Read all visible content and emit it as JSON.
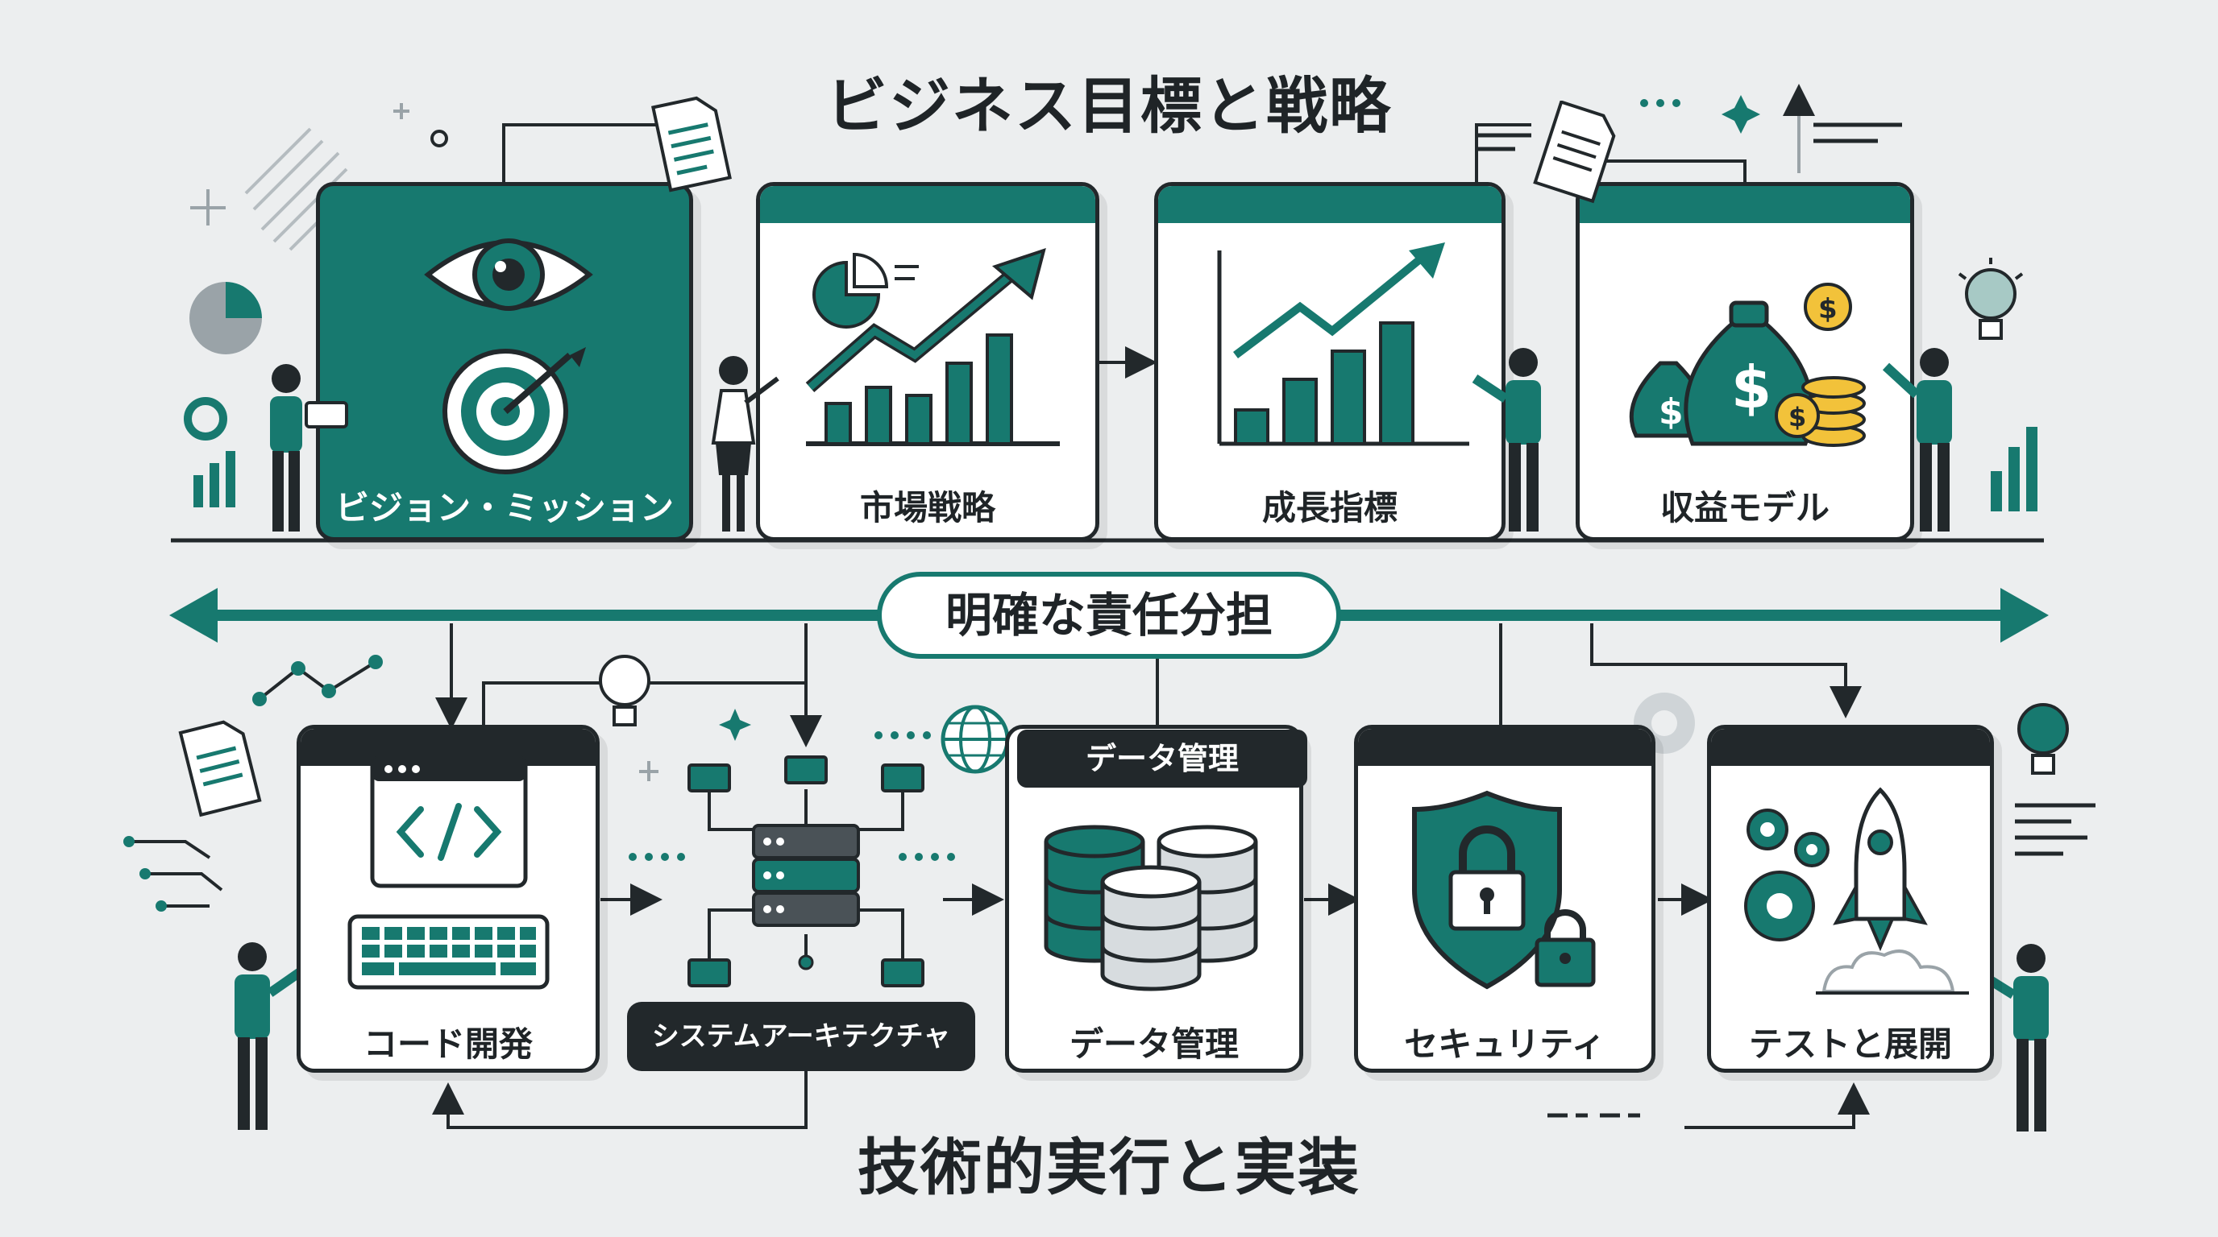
{
  "titles": {
    "top": "ビジネス目標と戦略",
    "middle": "明確な責任分担",
    "bottom": "技術的実行と実装"
  },
  "business_cards": [
    {
      "label": "ビジョン・ミッション"
    },
    {
      "label": "市場戦略"
    },
    {
      "label": "成長指標"
    },
    {
      "label": "収益モデル"
    }
  ],
  "tech_cards": [
    {
      "label": "コード開発"
    },
    {
      "label": "システムアーキテクチャ"
    },
    {
      "label": "データ管理"
    },
    {
      "label": "データ管理"
    },
    {
      "label": "セキュリティ"
    },
    {
      "label": "テストと展開"
    }
  ],
  "icons": {
    "vision": "eye-icon",
    "target": "target-icon",
    "market": "rising-chart-icon",
    "growth": "bar-chart-icon",
    "revenue": "money-bag-icon",
    "code": "code-window-icon",
    "keyboard": "keyboard-icon",
    "server": "server-network-icon",
    "database": "database-icon",
    "security": "shield-lock-icon",
    "deploy": "rocket-icon",
    "gear": "gear-icon",
    "lightbulb": "lightbulb-icon",
    "document": "document-icon",
    "globe": "globe-icon"
  },
  "colors": {
    "teal": "#17796f",
    "dark": "#22282b",
    "gold": "#f2c23a",
    "background": "#eceeef"
  }
}
